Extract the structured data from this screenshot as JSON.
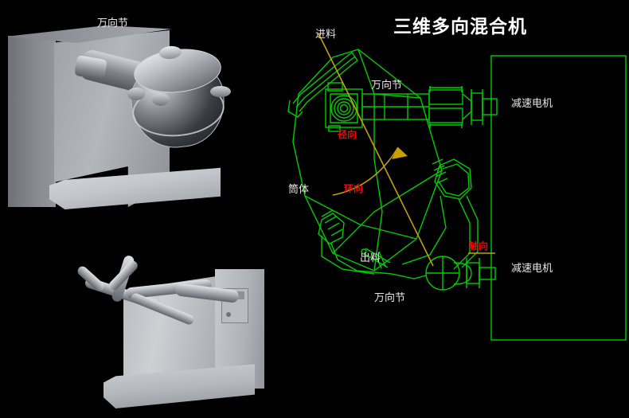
{
  "page": {
    "title": "三维多向混合机",
    "background_color": "#000000",
    "line_color": "#00cc00",
    "accent_red": "#ff0000",
    "accent_yellow": "#c8a000",
    "label_color": "#e8e8e8"
  },
  "photos": {
    "top_left": {
      "label": "万向节",
      "description": "3D rendering of three-dimensional multi-directional mixer"
    },
    "bottom_left": {
      "description": "Photograph of three-dimensional mixer machine with control panel"
    }
  },
  "schematic": {
    "labels": {
      "inlet": "进料",
      "universal_joint_top": "万向节",
      "universal_joint_bottom": "万向节",
      "barrel": "筒体",
      "outlet": "出料",
      "motor_top": "减速电机",
      "motor_bottom": "减速电机"
    },
    "motion_labels": {
      "radial": "径向",
      "circumferential": "环向",
      "axial": "轴向"
    }
  },
  "chart_data": {
    "type": "diagram",
    "title": "三维多向混合机",
    "components": [
      {
        "name": "进料",
        "role": "inlet-port",
        "color": "#e8e8e8"
      },
      {
        "name": "万向节",
        "role": "universal-joint-upper",
        "color": "#e8e8e8"
      },
      {
        "name": "筒体",
        "role": "mixing-barrel",
        "color": "#e8e8e8"
      },
      {
        "name": "出料",
        "role": "outlet-port",
        "color": "#e8e8e8"
      },
      {
        "name": "万向节",
        "role": "universal-joint-lower",
        "color": "#e8e8e8"
      },
      {
        "name": "减速电机",
        "role": "gear-motor-upper",
        "color": "#e8e8e8"
      },
      {
        "name": "减速电机",
        "role": "gear-motor-lower",
        "color": "#e8e8e8"
      }
    ],
    "motion_vectors": [
      {
        "name": "径向",
        "meaning": "radial",
        "color": "#ff0000"
      },
      {
        "name": "环向",
        "meaning": "circumferential",
        "color": "#ff0000"
      },
      {
        "name": "轴向",
        "meaning": "axial",
        "color": "#ff0000"
      }
    ]
  }
}
